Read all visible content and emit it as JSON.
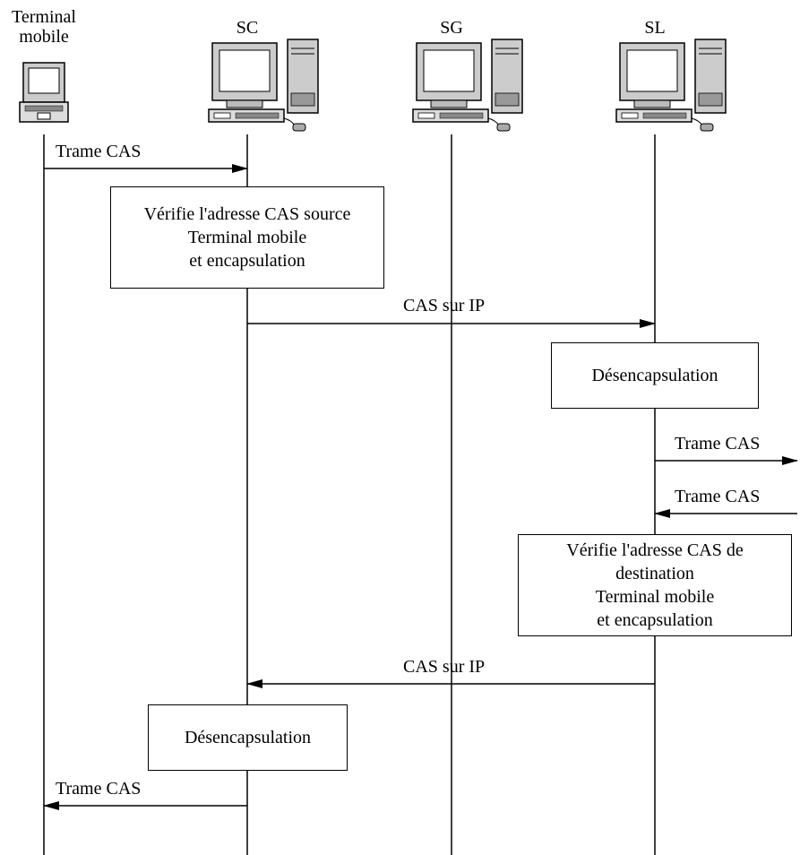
{
  "participants": [
    {
      "id": "terminal",
      "label_lines": [
        "Terminal",
        "mobile"
      ],
      "icon": "laptop-icon"
    },
    {
      "id": "sc",
      "label_lines": [
        "SC"
      ],
      "icon": "desktop-computer-icon"
    },
    {
      "id": "sg",
      "label_lines": [
        "SG"
      ],
      "icon": "desktop-computer-icon"
    },
    {
      "id": "sl",
      "label_lines": [
        "SL"
      ],
      "icon": "desktop-computer-icon"
    }
  ],
  "messages": [
    {
      "label": "Trame CAS",
      "from": "terminal",
      "to": "sc"
    },
    {
      "label": "CAS sur IP",
      "from": "sc",
      "to": "sl"
    },
    {
      "label": "Trame CAS",
      "from": "sl",
      "to": "external-right"
    },
    {
      "label": "Trame CAS",
      "from": "external-right",
      "to": "sl"
    },
    {
      "label": "CAS sur IP",
      "from": "sl",
      "to": "sc"
    },
    {
      "label": "Trame CAS",
      "from": "sc",
      "to": "terminal"
    }
  ],
  "process_boxes": [
    {
      "at": "sc",
      "lines": [
        "Vérifie l'adresse CAS source",
        "Terminal mobile",
        "et encapsulation"
      ]
    },
    {
      "at": "sl",
      "lines": [
        "Désencapsulation"
      ]
    },
    {
      "at": "sl",
      "lines": [
        "Vérifie l'adresse CAS de",
        "destination",
        "Terminal mobile",
        "et encapsulation"
      ]
    },
    {
      "at": "sc",
      "lines": [
        "Désencapsulation"
      ]
    }
  ]
}
